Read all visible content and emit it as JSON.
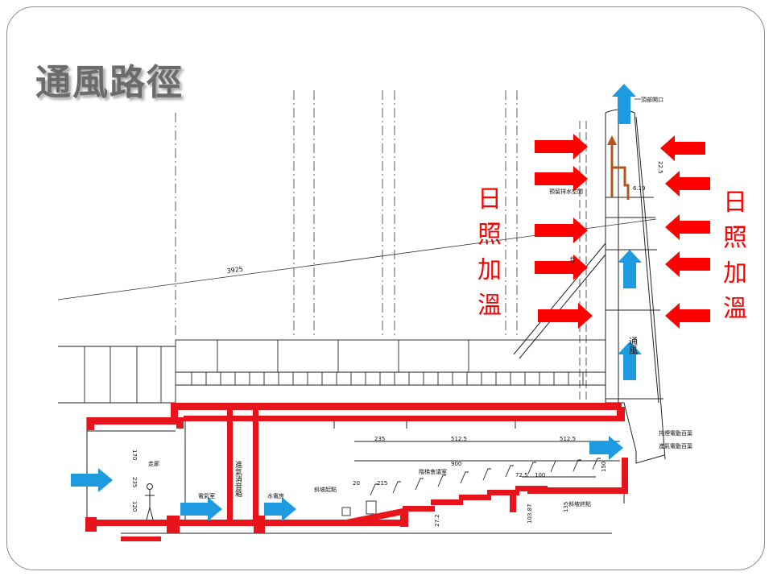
{
  "slide": {
    "title": "通風路徑",
    "left_heat_label": "日照加溫",
    "right_heat_label": "日照加溫"
  },
  "drawing": {
    "top_opening": "頂部開口",
    "reserved_drain": "預留排水空間",
    "ventilation": "通風",
    "corridor": "走廊",
    "electrical_room": "電氣室",
    "silencer_box": "進氣消音箱",
    "machine_room": "水電房",
    "tiered_hall": "階梯會議室",
    "slope_start": "斜坡起點",
    "slope_end": "斜坡終點",
    "note_right_1": "排煙電動百葉",
    "note_right_2": "進氣電動百葉",
    "dim_3925": "3925",
    "dim_235_top": "235",
    "dim_512_a": "512.5",
    "dim_512_b": "512.5",
    "dim_900": "900",
    "dim_215": "215",
    "dim_20": "20",
    "dim_72": "72.5",
    "dim_100": "100",
    "dim_150": "150",
    "dim_170": "170",
    "dim_235_left": "235",
    "dim_120": "120",
    "dim_135": "135",
    "dim_27": "27.2",
    "dim_103": "103.87",
    "dim_22": "22.5",
    "dim_619": "6.19",
    "dim_40": "40"
  },
  "colors": {
    "heat_arrow": "#ff0000",
    "air_arrow": "#1e9ae0",
    "duct": "#e8141c",
    "chimney_path": "#b5541c",
    "line": "#222222"
  }
}
